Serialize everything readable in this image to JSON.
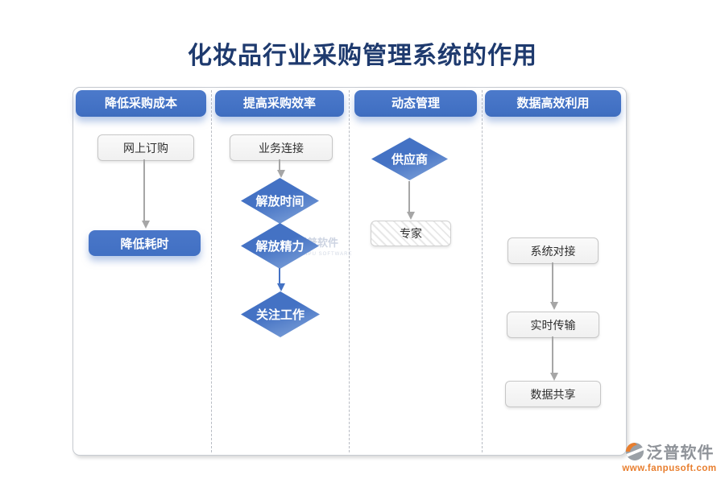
{
  "title": "化妆品行业采购管理系统的作用",
  "colors": {
    "accent_blue": "#4472C4",
    "title_navy": "#1E3A6E",
    "arrow_gray": "#A6A6A6",
    "brand_gray": "#8F9399",
    "brand_orange": "#E87E2E"
  },
  "columns": [
    {
      "header": "降低采购成本",
      "nodes": [
        {
          "label": "网上订购",
          "type": "box-gray"
        },
        {
          "label": "降低耗时",
          "type": "box-blue"
        }
      ]
    },
    {
      "header": "提高采购效率",
      "nodes": [
        {
          "label": "业务连接",
          "type": "box-gray"
        },
        {
          "label": "解放时间",
          "type": "diamond"
        },
        {
          "label": "解放精力",
          "type": "diamond"
        },
        {
          "label": "关注工作",
          "type": "diamond"
        }
      ]
    },
    {
      "header": "动态管理",
      "nodes": [
        {
          "label": "供应商",
          "type": "diamond"
        },
        {
          "label": "专家",
          "type": "box-hatched"
        }
      ]
    },
    {
      "header": "数据高效利用",
      "nodes": [
        {
          "label": "系统对接",
          "type": "box-gray"
        },
        {
          "label": "实时传输",
          "type": "box-gray"
        },
        {
          "label": "数据共享",
          "type": "box-gray"
        }
      ]
    }
  ],
  "watermark": {
    "text": "泛普软件",
    "subtext": "FANPU SOFTWARE"
  },
  "brand": {
    "name": "泛普软件",
    "url": "www.fanpusoft.com",
    "logo_icon": "fanpu-swirl-logo"
  }
}
